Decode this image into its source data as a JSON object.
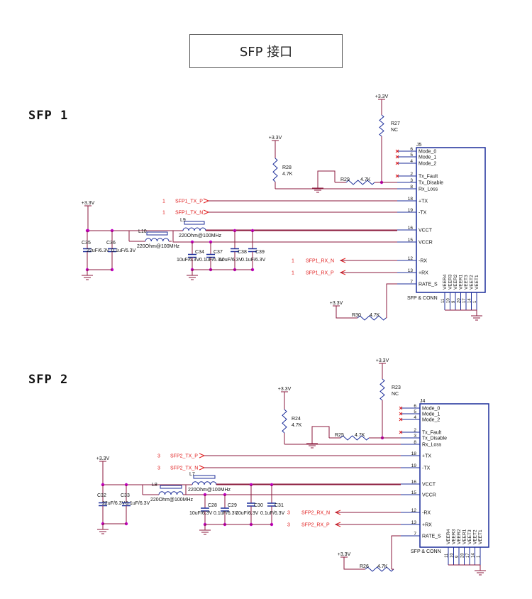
{
  "title": "SFP 接口",
  "sections": [
    {
      "heading": "SFP 1",
      "top_rail": "+3.3V",
      "r_nc": {
        "ref": "R27",
        "val": "NC"
      },
      "r_pull": {
        "ref": "R28",
        "val": "4.7K",
        "rail": "+3.3V"
      },
      "r_los": {
        "ref": "R29",
        "val": "4.7K"
      },
      "r_rate": {
        "ref": "R30",
        "val": "4.7K",
        "rail": "+3.3V"
      },
      "connector": {
        "ref": "J5",
        "name": "SFP & CONN"
      },
      "pins": [
        {
          "num": "6",
          "name": "Mode_0"
        },
        {
          "num": "5",
          "name": "Mode_1"
        },
        {
          "num": "4",
          "name": "Mode_2"
        },
        {
          "num": "2",
          "name": "Tx_Fault"
        },
        {
          "num": "3",
          "name": "Tx_Disable"
        },
        {
          "num": "8",
          "name": "Rx_Loss"
        },
        {
          "num": "18",
          "name": "+TX"
        },
        {
          "num": "19",
          "name": "-TX"
        },
        {
          "num": "16",
          "name": "VCCT"
        },
        {
          "num": "15",
          "name": "VCCR"
        },
        {
          "num": "12",
          "name": "-RX"
        },
        {
          "num": "13",
          "name": "+RX"
        },
        {
          "num": "7",
          "name": "RATE_S"
        }
      ],
      "gnd_pins": [
        {
          "num": "11",
          "name": "VEER4"
        },
        {
          "num": "10",
          "name": "VEER3"
        },
        {
          "num": "9",
          "name": "VEER2"
        },
        {
          "num": "20",
          "name": "VEER1"
        },
        {
          "num": "17",
          "name": "VEET3"
        },
        {
          "num": "14",
          "name": "VEET2"
        },
        {
          "num": "1",
          "name": "VEET1"
        }
      ],
      "nets": [
        {
          "sheet": "1",
          "name": "SFP1_TX_P"
        },
        {
          "sheet": "1",
          "name": "SFP1_TX_N"
        },
        {
          "sheet": "1",
          "name": "SFP1_RX_N"
        },
        {
          "sheet": "1",
          "name": "SFP1_RX_P"
        }
      ],
      "power_rail": "+3.3V",
      "l_tx": {
        "ref": "L9",
        "val": "220Ohm@100MHz"
      },
      "l_rx": {
        "ref": "L10",
        "val": "220Ohm@100MHz"
      },
      "caps": [
        {
          "ref": "C35",
          "val": "22uF/6.3V"
        },
        {
          "ref": "C36",
          "val": "0.1uF/6.3V"
        },
        {
          "ref": "C34",
          "val": "10uF/6.3V"
        },
        {
          "ref": "C37",
          "val": "0.1uF/6.3V"
        },
        {
          "ref": "C38",
          "val": "10uF/6.3V"
        },
        {
          "ref": "C39",
          "val": "0.1uF/6.3V"
        }
      ]
    },
    {
      "heading": "SFP 2",
      "top_rail": "+3.3V",
      "r_nc": {
        "ref": "R23",
        "val": "NC"
      },
      "r_pull": {
        "ref": "R24",
        "val": "4.7K",
        "rail": "+3.3V"
      },
      "r_los": {
        "ref": "R25",
        "val": "4.7K"
      },
      "r_rate": {
        "ref": "R26",
        "val": "4.7K",
        "rail": "+3.3V"
      },
      "connector": {
        "ref": "J4",
        "name": "SFP & CONN"
      },
      "pins": [
        {
          "num": "6",
          "name": "Mode_0"
        },
        {
          "num": "5",
          "name": "Mode_1"
        },
        {
          "num": "4",
          "name": "Mode_2"
        },
        {
          "num": "2",
          "name": "Tx_Fault"
        },
        {
          "num": "3",
          "name": "Tx_Disable"
        },
        {
          "num": "8",
          "name": "Rx_Loss"
        },
        {
          "num": "18",
          "name": "+TX"
        },
        {
          "num": "19",
          "name": "-TX"
        },
        {
          "num": "16",
          "name": "VCCT"
        },
        {
          "num": "15",
          "name": "VCCR"
        },
        {
          "num": "12",
          "name": "-RX"
        },
        {
          "num": "13",
          "name": "+RX"
        },
        {
          "num": "7",
          "name": "RATE_S"
        }
      ],
      "gnd_pins": [
        {
          "num": "11",
          "name": "VEER4"
        },
        {
          "num": "10",
          "name": "VEER3"
        },
        {
          "num": "9",
          "name": "VEER2"
        },
        {
          "num": "20",
          "name": "VEER1"
        },
        {
          "num": "17",
          "name": "VEET3"
        },
        {
          "num": "14",
          "name": "VEET2"
        },
        {
          "num": "1",
          "name": "VEET1"
        }
      ],
      "nets": [
        {
          "sheet": "3",
          "name": "SFP2_TX_P"
        },
        {
          "sheet": "3",
          "name": "SFP2_TX_N"
        },
        {
          "sheet": "3",
          "name": "SFP2_RX_N"
        },
        {
          "sheet": "3",
          "name": "SFP2_RX_P"
        }
      ],
      "power_rail": "+3.3V",
      "l_tx": {
        "ref": "L7",
        "val": "220Ohm@100MHz"
      },
      "l_rx": {
        "ref": "L8",
        "val": "220Ohm@100MHz"
      },
      "caps": [
        {
          "ref": "C32",
          "val": "22uF/6.3V"
        },
        {
          "ref": "C33",
          "val": "0.1uF/6.3V"
        },
        {
          "ref": "C28",
          "val": "10uF/6.3V"
        },
        {
          "ref": "C29",
          "val": "0.1uF/6.3V"
        },
        {
          "ref": "C30",
          "val": "10uF/6.3V"
        },
        {
          "ref": "C31",
          "val": "0.1uF/6.3V"
        }
      ]
    }
  ],
  "colors": {
    "wire": "#8b1a3c",
    "part": "#1c2d9a",
    "junction": "#c100c1",
    "net_label": "#e01b1b",
    "text": "#111111"
  }
}
